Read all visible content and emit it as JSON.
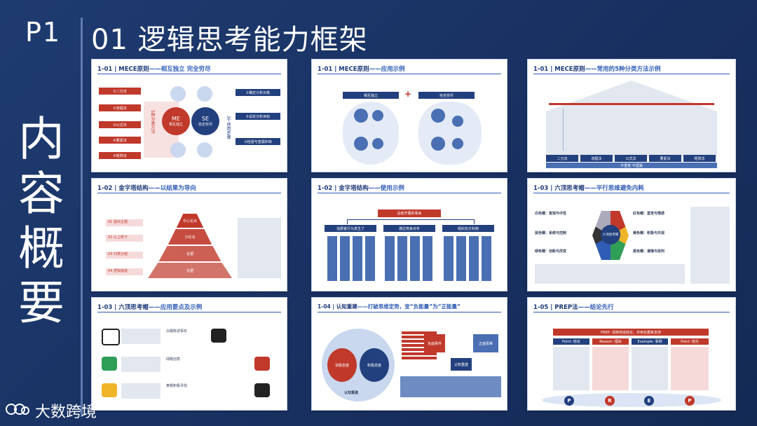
{
  "header": {
    "page_label": "P1",
    "title": "01 逻辑思考能力框架"
  },
  "sidebar": {
    "title": "内容概要"
  },
  "brand": {
    "name": "大数跨境"
  },
  "cards": [
    {
      "title": "1-01 | MECE原则",
      "subtitle": "——相互独立 完全穷尽"
    },
    {
      "title": "1-01 | MECE原则",
      "subtitle": "——应用示例"
    },
    {
      "title": "1-01 | MECE原则",
      "subtitle": "——常用的5种分类方法示例"
    },
    {
      "title": "1-02 | 金字塔结构",
      "subtitle": "——以结果为导向"
    },
    {
      "title": "1-02 | 金字塔结构",
      "subtitle": "——使用示例"
    },
    {
      "title": "1-03 | 六顶思考帽",
      "subtitle": "——平行思维避免内耗"
    },
    {
      "title": "1-03 | 六顶思考帽",
      "subtitle": "——应用要点及示例"
    },
    {
      "title": "1-04 | 认知重建",
      "subtitle": "——打破思维定势，变“负能量”为“正能量”"
    },
    {
      "title": "1-05 | PREP法",
      "subtitle": "——结论先行"
    }
  ],
  "card_contents": {
    "mece": {
      "me": "ME",
      "me_sub": "相互独立",
      "se": "SE",
      "se_sub": "完全穷尽",
      "left_vertical": "5种分类方法",
      "right_vertical": "3个使用步骤",
      "left_items": [
        "①二分法",
        "②流程法",
        "③公式法",
        "④要素法",
        "⑤矩阵法"
      ],
      "right_items": [
        "①确定分析对象",
        "②设定分析目标",
        "③检验与查漏补缺"
      ]
    },
    "mece_example": {
      "left": "相互独立",
      "plus": "+",
      "right": "完全穷尽"
    },
    "classes": {
      "headers": [
        "二分法",
        "流程法",
        "公式法",
        "要素法",
        "矩阵法"
      ],
      "footer": "不重复 不遗漏"
    },
    "pyramid": {
      "levels": [
        "中心论点",
        "分论点",
        "论据",
        "论据"
      ],
      "steps": [
        "01 提出主题",
        "02 以上统下",
        "03 归类分组",
        "04 逻辑递进"
      ]
    },
    "pyramid_example": {
      "top": "总结开展的事由",
      "branches": [
        "消费者行为发生了",
        "通过竞争对手",
        "组织充分利用"
      ]
    },
    "hats": {
      "center": "六顶思考帽",
      "hats": [
        "白色帽：客观与中性",
        "红色帽：直觉与情感",
        "黑色帽：谨慎与批判",
        "黄色帽：积极与乐观",
        "绿色帽：创新与改变",
        "蓝色帽：系统与控制"
      ]
    },
    "hats_example": {
      "labels": [
        "白帽陈述事实",
        "黄帽积极寻找",
        "绿帽创意"
      ]
    },
    "cognition": {
      "negative": "消极态度",
      "positive": "积极态度",
      "center_label": "认知重建",
      "process": [
        "负面事件",
        "认知重建",
        "正面思维"
      ]
    },
    "prep": {
      "banner": "PREP: 清晰地说结论，并用论据来支持",
      "columns": [
        "Point: 结论",
        "Reason: 理由",
        "Example: 事例",
        "Point: 结论"
      ],
      "bottom_letters": [
        "P",
        "R",
        "E",
        "P"
      ]
    }
  },
  "colors": {
    "background": "#1b3566",
    "card_bg": "#ffffff",
    "accent_blue": "#23407e",
    "accent_red": "#c0392b"
  }
}
